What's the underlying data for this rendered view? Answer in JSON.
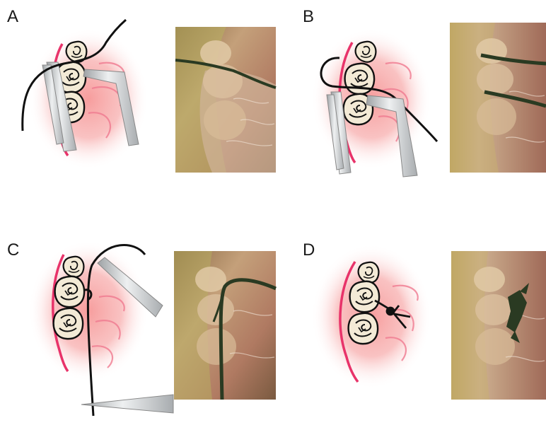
{
  "panels": [
    {
      "id": "A",
      "label": "A"
    },
    {
      "id": "B",
      "label": "B"
    },
    {
      "id": "C",
      "label": "C"
    },
    {
      "id": "D",
      "label": "D"
    }
  ],
  "colors": {
    "gum_glow": "#f7a8a8",
    "gum_line": "#e8336a",
    "vessel": "#f07a90",
    "tooth_fill": "#f3ead6",
    "suture": "#111111",
    "instrument": "#c9ccce",
    "photo_tissue": "#b89070",
    "photo_suture": "#2a3a22"
  },
  "icons": [
    "tooth-icon",
    "forceps-icon",
    "needle-holder-icon",
    "suture-thread-icon"
  ]
}
